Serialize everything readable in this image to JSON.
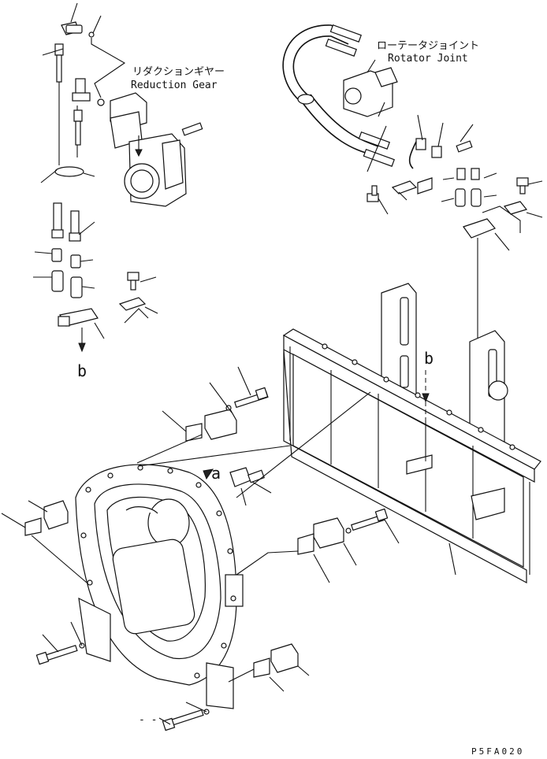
{
  "labels": {
    "reduction_gear_jp": "リダクションギヤー",
    "reduction_gear_en": "Reduction Gear",
    "rotator_joint_jp": "ローテータジョイント",
    "rotator_joint_en": "Rotator Joint",
    "marker_a": "a",
    "marker_b_left": "b",
    "marker_b_right": "b",
    "dash_mark": "- -",
    "drawing_code": "P5FA020"
  }
}
